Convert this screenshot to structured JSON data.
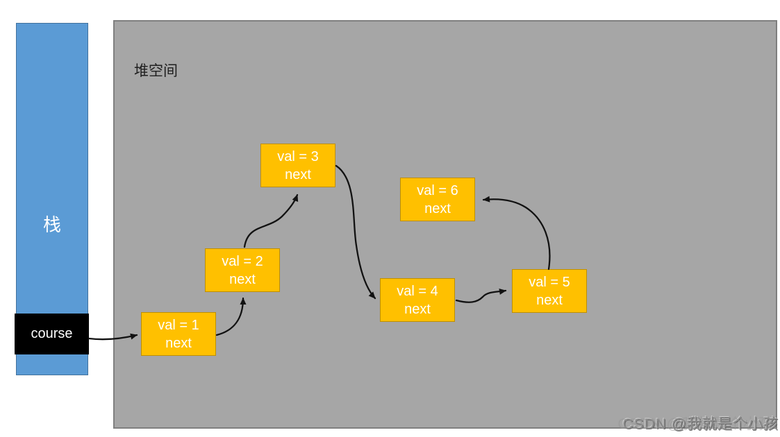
{
  "stack": {
    "label": "栈",
    "pointer_label": "course"
  },
  "heap": {
    "label": "堆空间"
  },
  "nodes": [
    {
      "id": "node-1",
      "value_line": "val = 1",
      "next_line": "next"
    },
    {
      "id": "node-2",
      "value_line": "val = 2",
      "next_line": "next"
    },
    {
      "id": "node-3",
      "value_line": "val = 3",
      "next_line": "next"
    },
    {
      "id": "node-4",
      "value_line": "val = 4",
      "next_line": "next"
    },
    {
      "id": "node-5",
      "value_line": "val = 5",
      "next_line": "next"
    },
    {
      "id": "node-6",
      "value_line": "val = 6",
      "next_line": "next"
    }
  ],
  "edges": [
    {
      "from": "course",
      "to": "node-1"
    },
    {
      "from": "node-1",
      "to": "node-2"
    },
    {
      "from": "node-2",
      "to": "node-3"
    },
    {
      "from": "node-3",
      "to": "node-4"
    },
    {
      "from": "node-4",
      "to": "node-5"
    },
    {
      "from": "node-5",
      "to": "node-6"
    }
  ],
  "watermark": "CSDN @我就是个小孩",
  "colors": {
    "stack_fill": "#5B9BD5",
    "stack_border": "#41719C",
    "heap_fill": "#A6A6A6",
    "heap_border": "#7F7F7F",
    "node_fill": "#FFC000",
    "node_border": "#BF8F00",
    "pointer_fill": "#000000",
    "node_text": "#FFFFFF",
    "arrow": "#121212"
  }
}
